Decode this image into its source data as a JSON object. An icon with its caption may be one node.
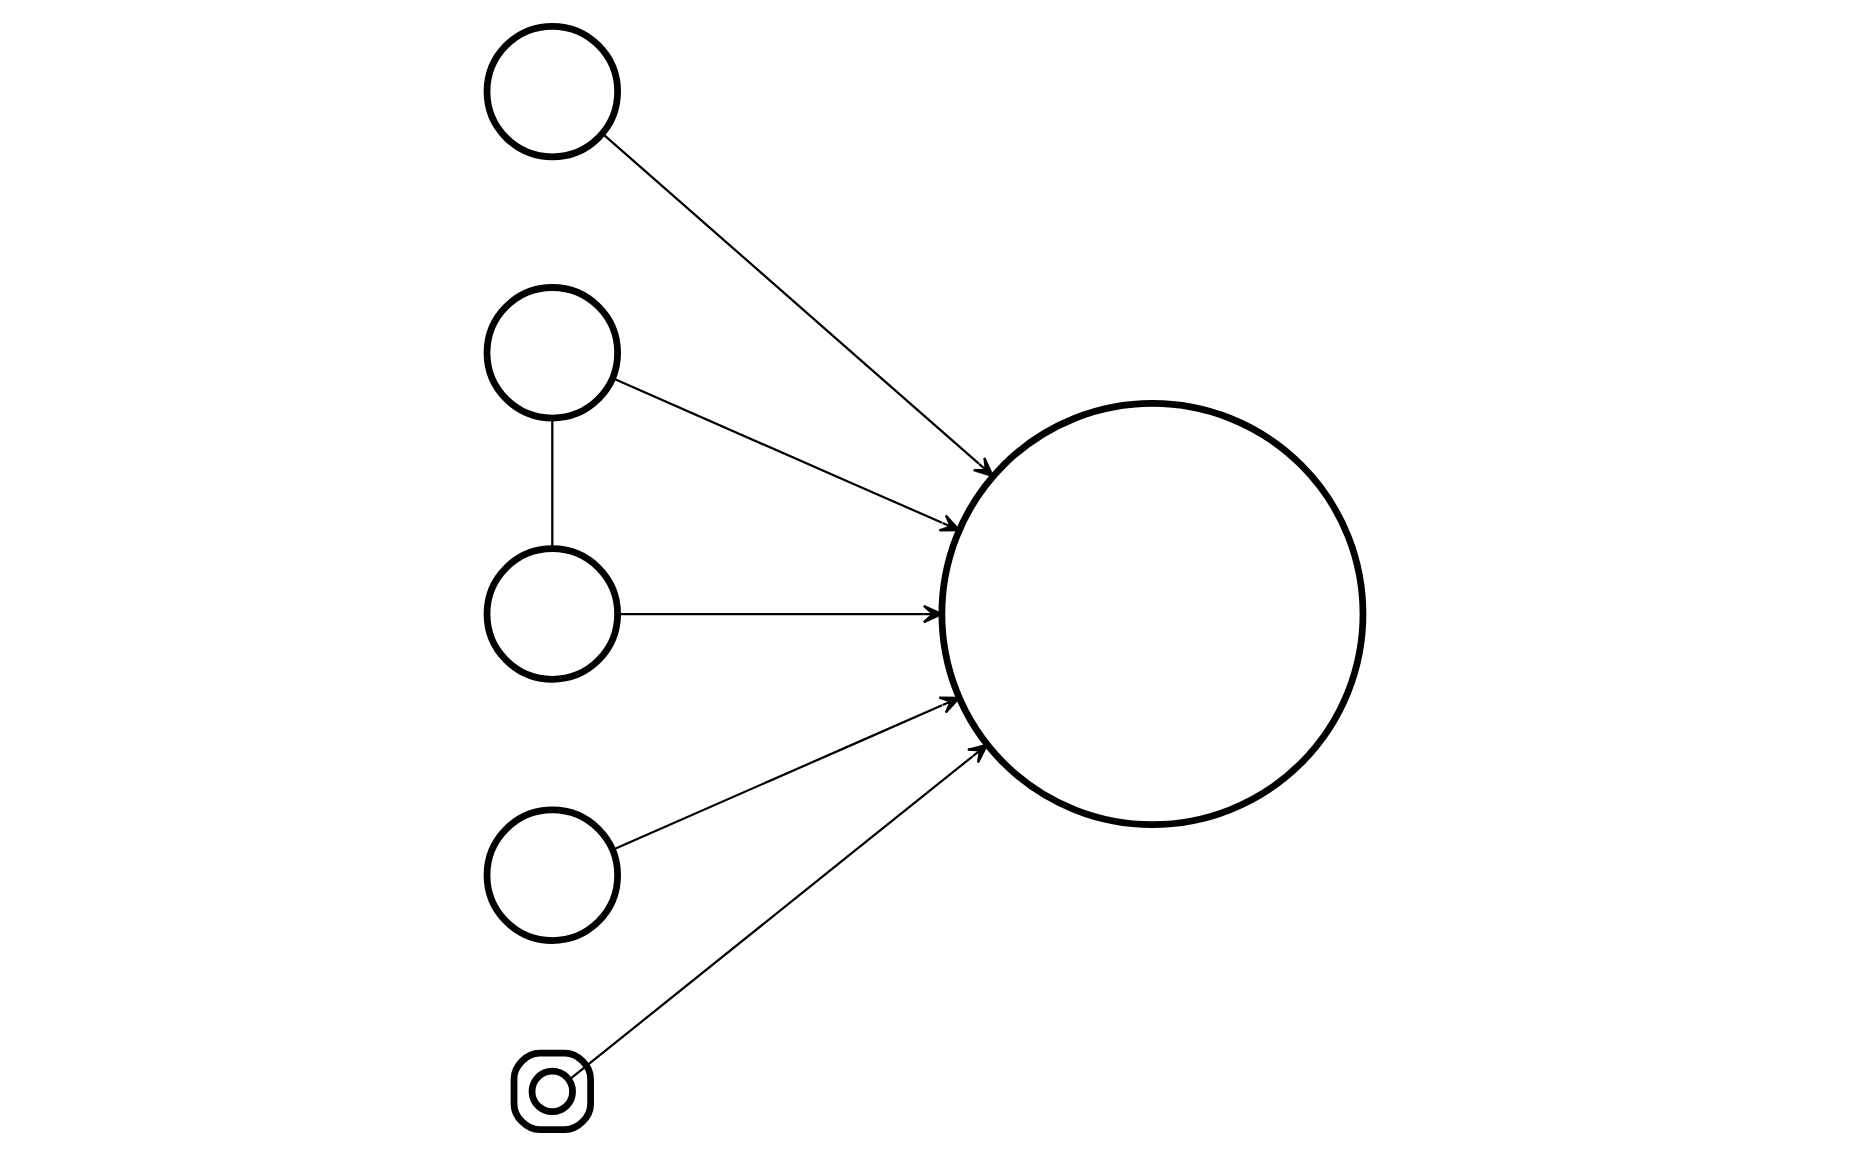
{
  "diagram": {
    "nodes": [
      {
        "text": [],
        "shape": "circle"
      },
      {
        "text": [],
        "shape": "circle"
      },
      {
        "text": [],
        "shape": "circle"
      },
      {
        "text": [],
        "shape": "circle"
      },
      {
        "text": [],
        "shape": "circle"
      },
      {
        "text": [],
        "shape": "circle"
      },
      {
        "text": [],
        "shape": "circle",
        "in": 5
      }
    ],
    "edges": [
      {
        "from": 0,
        "to": 3,
        "arrow": "to"
      },
      {
        "from": 1,
        "to": 3,
        "arrow": "to"
      },
      {
        "from": 1,
        "to": 2,
        "arrow": "none"
      },
      {
        "from": 2,
        "to": 3,
        "arrow": "to"
      },
      {
        "from": 4,
        "to": 3,
        "arrow": "to"
      },
      {
        "from": 6,
        "to": 3,
        "arrow": "to"
      }
    ]
  }
}
